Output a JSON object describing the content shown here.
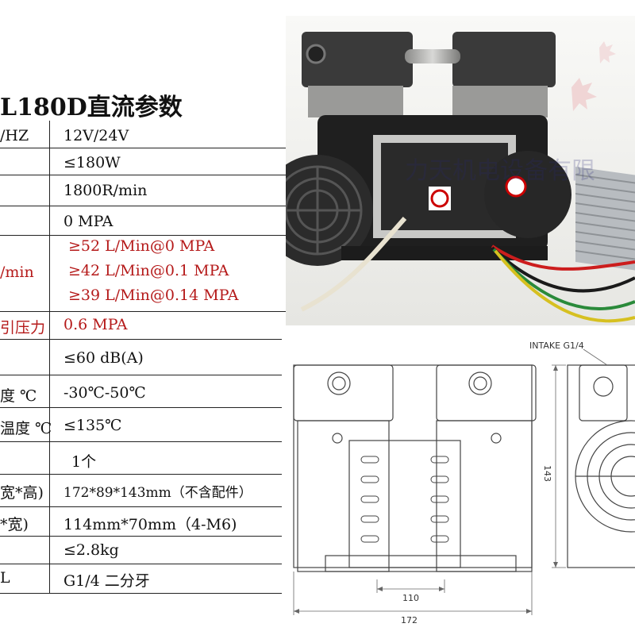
{
  "title": "L180D直流参数",
  "specs": [
    {
      "label": "/HZ",
      "value": "12V/24V"
    },
    {
      "label": "",
      "value": "≤180W"
    },
    {
      "label": "",
      "value": "1800R/min"
    },
    {
      "label": "",
      "value": "0 MPA"
    },
    {
      "label": "/min",
      "values": [
        "≥52 L/Min@0 MPA",
        "≥42 L/Min@0.1 MPA",
        "≥39 L/Min@0.14 MPA"
      ]
    },
    {
      "label": "引压力",
      "value": "0.6 MPA"
    },
    {
      "label": "",
      "value": "≤60 dB(A)"
    },
    {
      "label": "度  ℃",
      "value": "-30℃-50℃"
    },
    {
      "label": "温度 ℃",
      "value": "≤135℃"
    },
    {
      "label": "",
      "value": "1个"
    },
    {
      "label": "宽*高)",
      "value": "172*89*143mm（不含配件）"
    },
    {
      "label": "*宽)",
      "value": "114mm*70mm（4-M6)"
    },
    {
      "label": "",
      "value": "≤2.8kg"
    },
    {
      "label": "L",
      "value": "G1/4   二分牙"
    }
  ],
  "photo": {
    "watermark": "力天机电设备有限"
  },
  "drawing": {
    "intake_label": "INTAKE G1/4",
    "dim_width": "172",
    "dim_mount": "110",
    "dim_height": "143"
  },
  "colors": {
    "accent_red": "#b51a1a"
  }
}
